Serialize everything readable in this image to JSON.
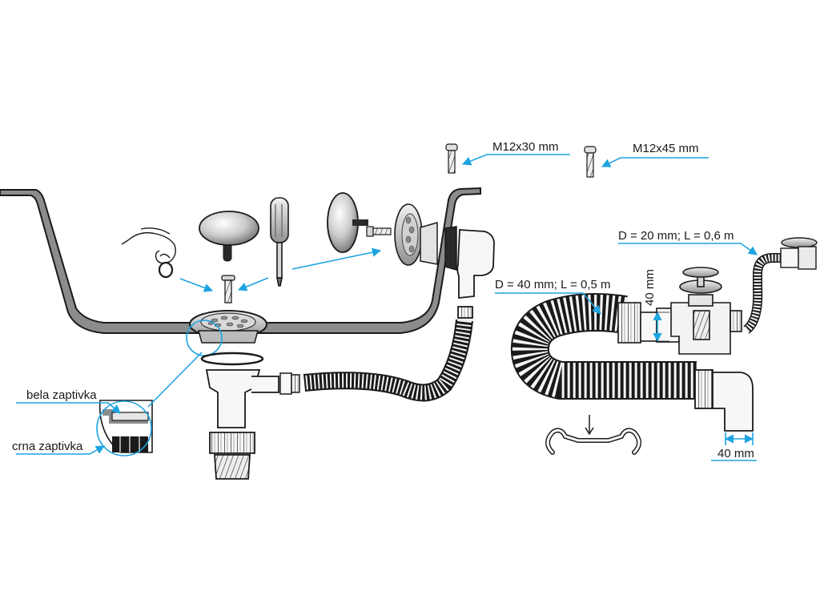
{
  "labels": {
    "screw_short": "M12x30 mm",
    "screw_long": "M12x45 mm",
    "overflow_hose": "D = 20 mm; L = 0,6 m",
    "drain_hose": "D = 40 mm; L = 0,5 m",
    "height": "40 mm",
    "outlet_width": "40 mm",
    "white_gasket": "bela zaptivka",
    "black_gasket": "crna zaptivka"
  },
  "colors": {
    "arrow": "#1ea4e0",
    "outline": "#1a1a1a",
    "tub_fill": "#8a8c8e",
    "metal_light": "#e8e9ea",
    "metal_mid": "#b9bbbd",
    "metal_dark": "#6d6f71",
    "plastic": "#f7f7f7"
  }
}
